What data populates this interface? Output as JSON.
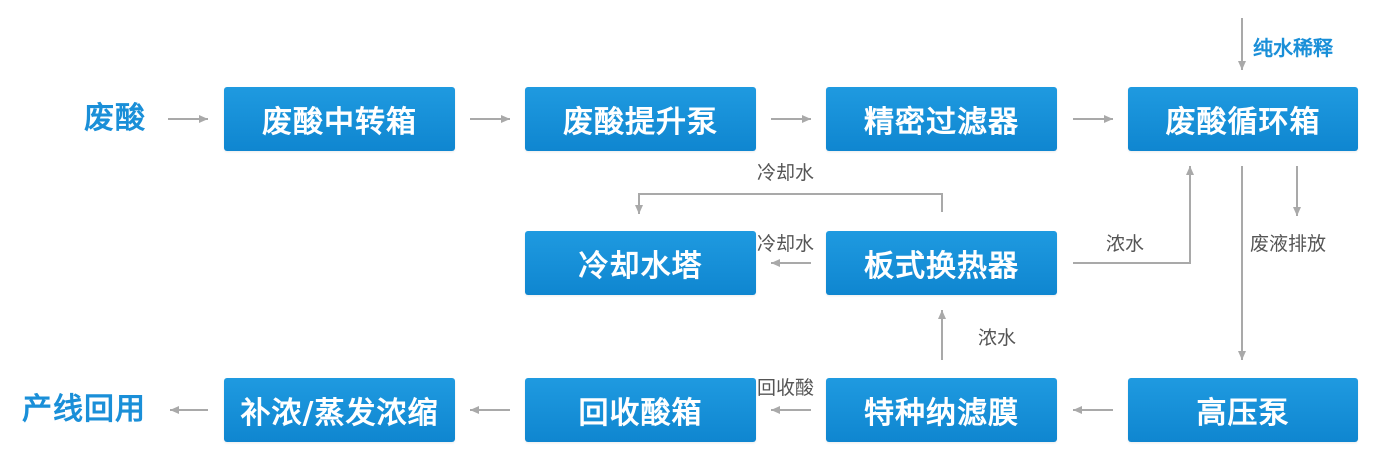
{
  "inputs": {
    "waste_acid": "废酸",
    "reuse": "产线回用"
  },
  "boxes": {
    "waste_acid_transfer_tank": "废酸中转箱",
    "waste_acid_lift_pump": "废酸提升泵",
    "precision_filter": "精密过滤器",
    "waste_acid_circulation_tank": "废酸循环箱",
    "cooling_tower": "冷却水塔",
    "plate_heat_exchanger": "板式换热器",
    "concentrate_evaporate": "补浓/蒸发浓缩",
    "acid_recovery_tank": "回收酸箱",
    "special_nanofiltration_membrane": "特种纳滤膜",
    "high_pressure_pump": "高压泵"
  },
  "labels": {
    "pure_water_dilution": "纯水稀释",
    "cooling_water_top": "冷却水",
    "cooling_water_mid": "冷却水",
    "concentrate_right": "浓水",
    "concentrate_mid": "浓水",
    "waste_discharge": "废液排放",
    "recovered_acid": "回收酸"
  },
  "colors": {
    "box": "#1589d4",
    "accent_text": "#1a8fd8",
    "arrow": "#a9a9a9"
  }
}
